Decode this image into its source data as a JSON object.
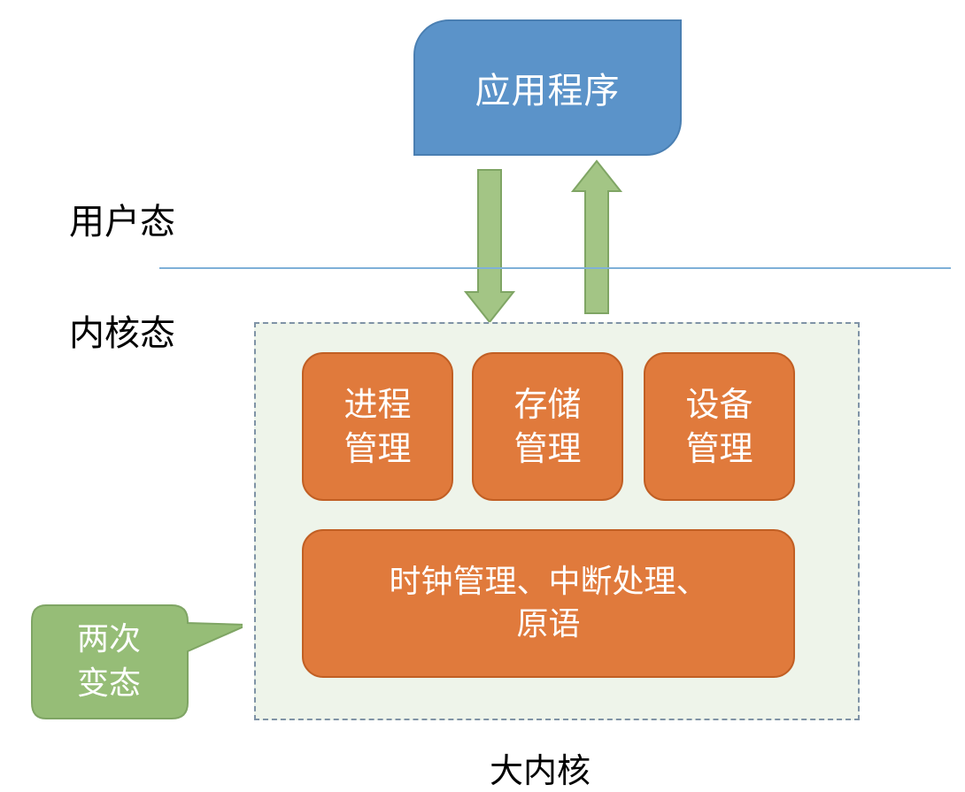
{
  "app": {
    "label": "应用程序"
  },
  "states": {
    "user": "用户态",
    "kernel": "内核态"
  },
  "modules": [
    {
      "label": "进程\n管理"
    },
    {
      "label": "存储\n管理"
    },
    {
      "label": "设备\n管理"
    },
    {
      "label": "时钟管理、中断处理、\n原语"
    }
  ],
  "callout": {
    "label": "两次\n变态"
  },
  "caption": "大内核",
  "colors": {
    "app_fill": "#5b93c9",
    "module_fill": "#e07a3c",
    "arrow_fill": "#a3c585",
    "callout_fill": "#96bd77",
    "kernel_area_fill": "#eef4ea",
    "divider": "#7fb0d8"
  }
}
